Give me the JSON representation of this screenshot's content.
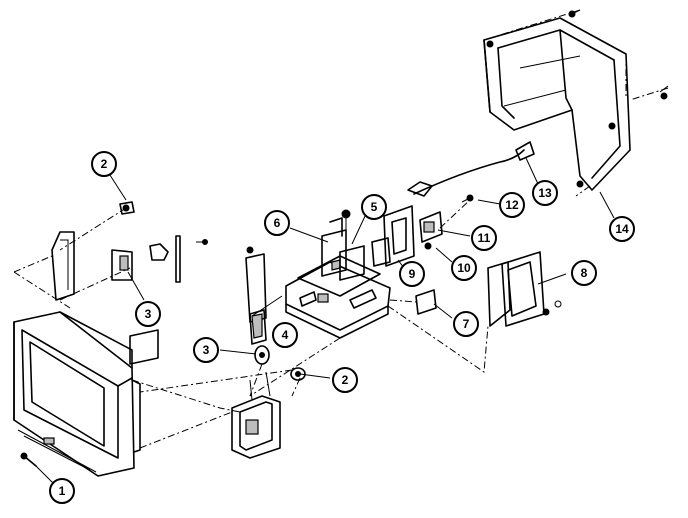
{
  "callouts": [
    {
      "id": "c1",
      "label": "1"
    },
    {
      "id": "c2a",
      "label": "2"
    },
    {
      "id": "c2b",
      "label": "2"
    },
    {
      "id": "c3a",
      "label": "3"
    },
    {
      "id": "c3b",
      "label": "3"
    },
    {
      "id": "c4",
      "label": "4"
    },
    {
      "id": "c5",
      "label": "5"
    },
    {
      "id": "c6",
      "label": "6"
    },
    {
      "id": "c7",
      "label": "7"
    },
    {
      "id": "c8",
      "label": "8"
    },
    {
      "id": "c9",
      "label": "9"
    },
    {
      "id": "c10",
      "label": "10"
    },
    {
      "id": "c11",
      "label": "11"
    },
    {
      "id": "c12",
      "label": "12"
    },
    {
      "id": "c13",
      "label": "13"
    },
    {
      "id": "c14",
      "label": "14"
    }
  ]
}
